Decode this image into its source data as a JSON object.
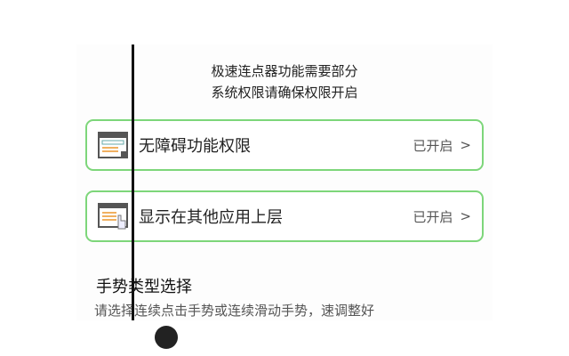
{
  "intro": {
    "line1": "极速连点器功能需要部分",
    "line2": "系统权限请确保权限开启"
  },
  "permissions": [
    {
      "label": "无障碍功能权限",
      "status": "已开启",
      "icon": "news-icon"
    },
    {
      "label": "显示在其他应用上层",
      "status": "已开启",
      "icon": "overlay-window-icon"
    }
  ],
  "chevron": ">",
  "section": {
    "title": "手势类型选择",
    "desc": "请选择连续点击手势或连续滑动手势，速调整好"
  },
  "colors": {
    "card_border": "#7dd67a"
  }
}
